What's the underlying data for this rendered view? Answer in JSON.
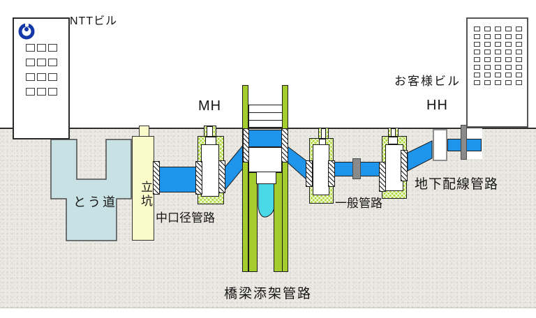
{
  "labels": {
    "ntt_building": "NTTビル",
    "customer_building": "お客様ビル",
    "manhole": "MH",
    "handhole": "HH",
    "tunnel": "とう道",
    "shaft": "立坑",
    "medium_conduit": "中口径管路",
    "general_conduit": "一般管路",
    "underground_wiring_conduit": "地下配線管路",
    "bridge_attached_conduit": "橋梁添架管路"
  },
  "icons": {
    "ntt_logo": "ntt-dynamic-loop-logo"
  },
  "colors": {
    "conduit_blue": "#1e94ea",
    "tunnel_blue": "#c7e1e5",
    "shaft_yellow": "#fbfacb",
    "structure_green": "#a4cc2c",
    "wall_crosshatch_green": "#b4da46",
    "water_cyan": "#4ad9e6",
    "ground_gray": "#ebe9e4",
    "logo_blue": "#1438a8"
  },
  "buildings": {
    "ntt": {
      "windows_cols": 3,
      "windows_rows": 4
    },
    "customer": {
      "windows_cols": 5,
      "windows_rows": 8
    }
  }
}
